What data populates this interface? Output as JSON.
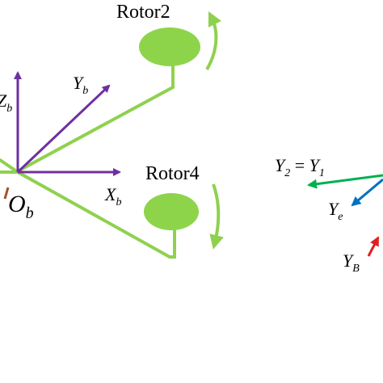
{
  "labels": {
    "rotor2": "Rotor2",
    "rotor4": "Rotor4",
    "zb_main": "Z",
    "zb_sub": "b",
    "yb_main": "Y",
    "yb_sub": "b",
    "xb_main": "X",
    "xb_sub": "b",
    "ob_main": "O",
    "ob_sub": "b",
    "y2_main": "Y",
    "y2_sub": "2",
    "equals": " = ",
    "y1_main": "Y",
    "y1_sub": "1",
    "ye_main": "Y",
    "ye_sub": "e",
    "yB_main": "Y",
    "yB_sub": "B"
  },
  "colors": {
    "frame_green": "#8fd14f",
    "rotor_fill": "#8ed44a",
    "body_axes_purple": "#7030a0",
    "y1_arrow_green": "#00b050",
    "ye_arrow_blue": "#0070c0",
    "yB_arrow_red": "#e02020",
    "origin_tick_brown": "#a0522d",
    "text": "#000000"
  }
}
